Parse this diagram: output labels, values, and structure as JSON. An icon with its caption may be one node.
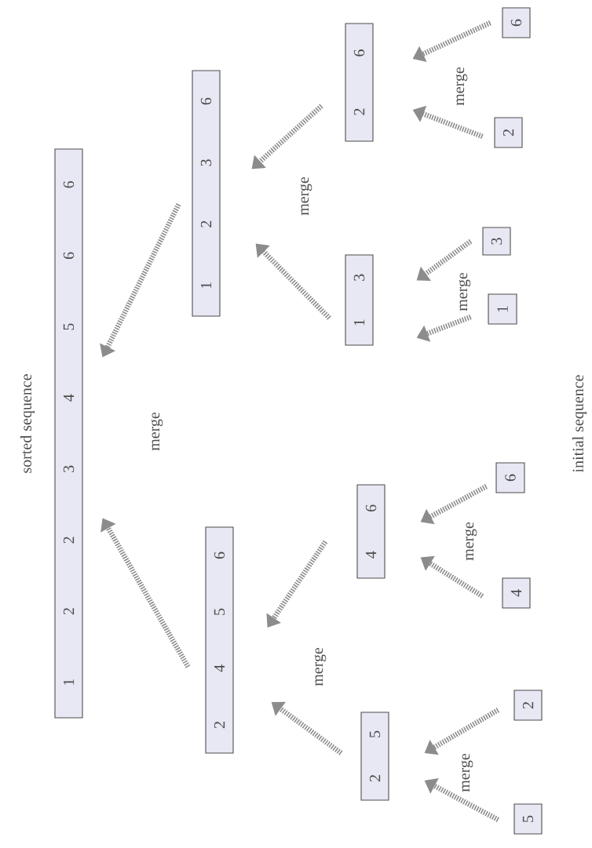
{
  "diagram": {
    "nodes": [
      {
        "text": [
          "1",
          "2",
          "2",
          "3",
          "4",
          "5",
          "6",
          "6"
        ],
        "beside": [
          "sorted sequence"
        ]
      },
      {
        "text": [
          "2",
          "4",
          "5",
          "6"
        ]
      },
      {
        "text": [
          "1",
          "2",
          "3",
          "6"
        ]
      },
      {
        "text": [
          "2",
          "5"
        ]
      },
      {
        "text": [
          "4",
          "6"
        ]
      },
      {
        "text": [
          "1",
          "3"
        ]
      },
      {
        "text": [
          "2",
          "6"
        ]
      },
      {
        "text": [
          "5"
        ]
      },
      {
        "text": [
          "2"
        ]
      },
      {
        "text": [
          "4"
        ]
      },
      {
        "text": [
          "6"
        ]
      },
      {
        "text": [
          "1"
        ]
      },
      {
        "text": [
          "3"
        ]
      },
      {
        "text": [
          "2"
        ]
      },
      {
        "text": [
          "6"
        ]
      }
    ],
    "edges": [
      {
        "from": 7,
        "to": 3,
        "arrow": "to"
      },
      {
        "from": 8,
        "to": 3,
        "arrow": "to"
      },
      {
        "from": 9,
        "to": 4,
        "arrow": "to"
      },
      {
        "from": 10,
        "to": 4,
        "arrow": "to"
      },
      {
        "from": 11,
        "to": 5,
        "arrow": "to"
      },
      {
        "from": 12,
        "to": 5,
        "arrow": "to"
      },
      {
        "from": 13,
        "to": 6,
        "arrow": "to"
      },
      {
        "from": 14,
        "to": 6,
        "arrow": "to"
      },
      {
        "from": 3,
        "to": 1,
        "arrow": "to"
      },
      {
        "from": 4,
        "to": 1,
        "arrow": "to"
      },
      {
        "from": 5,
        "to": 2,
        "arrow": "to"
      },
      {
        "from": 6,
        "to": 2,
        "arrow": "to"
      },
      {
        "from": 1,
        "to": 0,
        "arrow": "to"
      },
      {
        "from": 2,
        "to": 0,
        "arrow": "to"
      }
    ],
    "labels": [
      "merge",
      "merge",
      "merge",
      "merge",
      "merge",
      "merge",
      "merge",
      "initial sequence"
    ]
  }
}
